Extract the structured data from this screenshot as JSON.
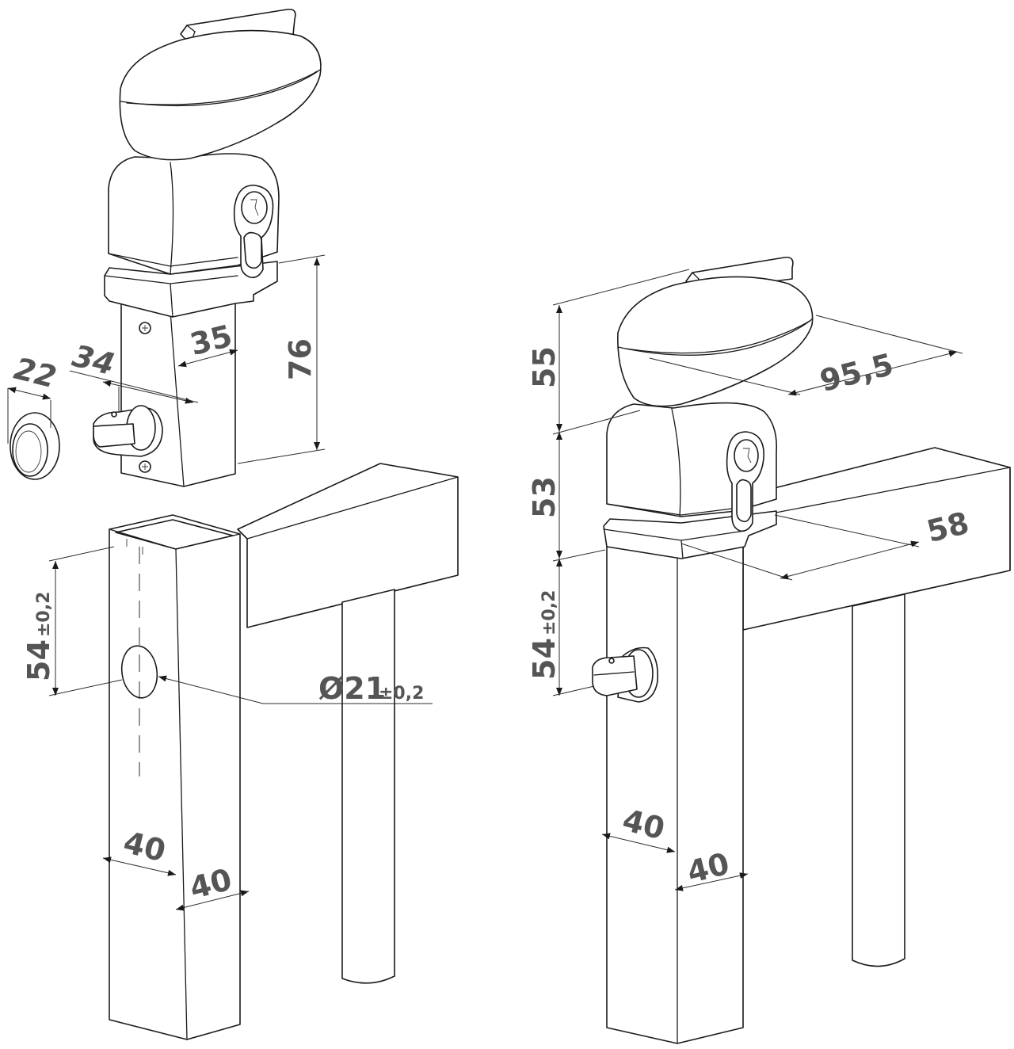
{
  "left_assembly": {
    "dims": {
      "ring_width": "22",
      "latch_offset": "34",
      "body_width": "35",
      "body_height": "76",
      "hole_height": "54",
      "hole_height_tol": "±0,2",
      "hole_diameter": "Ø21",
      "hole_diameter_tol": "±0,2",
      "post_width_a": "40",
      "post_width_b": "40"
    }
  },
  "right_assembly": {
    "dims": {
      "knob_height": "55",
      "knob_length": "95,5",
      "housing_height": "53",
      "housing_depth": "58",
      "latch_height": "54",
      "latch_height_tol": "±0,2",
      "post_width_a": "40",
      "post_width_b": "40"
    }
  }
}
